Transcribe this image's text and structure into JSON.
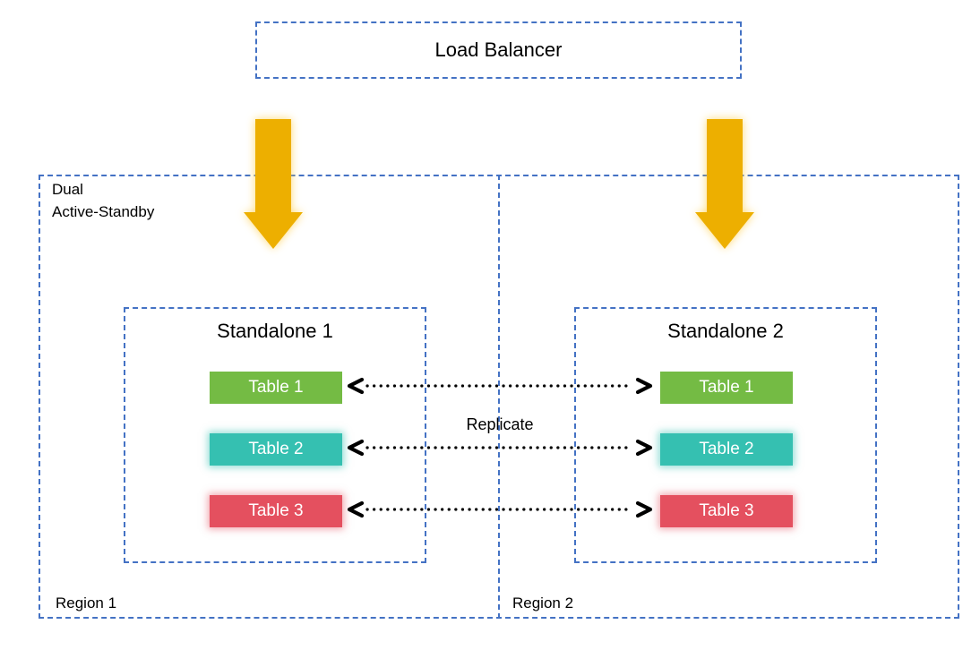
{
  "colors": {
    "dashed_border_blue": "#4472C4",
    "arrow_gold": "#EDAF00",
    "table_green": "#74BB44",
    "table_teal": "#35C0B1",
    "table_red": "#E4505F",
    "chip_text": "#ffffff"
  },
  "load_balancer": {
    "label": "Load Balancer"
  },
  "cluster": {
    "label_line1": "Dual",
    "label_line2": "Active-Standby"
  },
  "regions": [
    {
      "label": "Region 1"
    },
    {
      "label": "Region 2"
    }
  ],
  "standalones": [
    {
      "title": "Standalone 1",
      "tables": [
        {
          "label": "Table 1"
        },
        {
          "label": "Table 2"
        },
        {
          "label": "Table 3"
        }
      ]
    },
    {
      "title": "Standalone 2",
      "tables": [
        {
          "label": "Table 1"
        },
        {
          "label": "Table 2"
        },
        {
          "label": "Table 3"
        }
      ]
    }
  ],
  "replicate": {
    "label": "Replicate"
  }
}
